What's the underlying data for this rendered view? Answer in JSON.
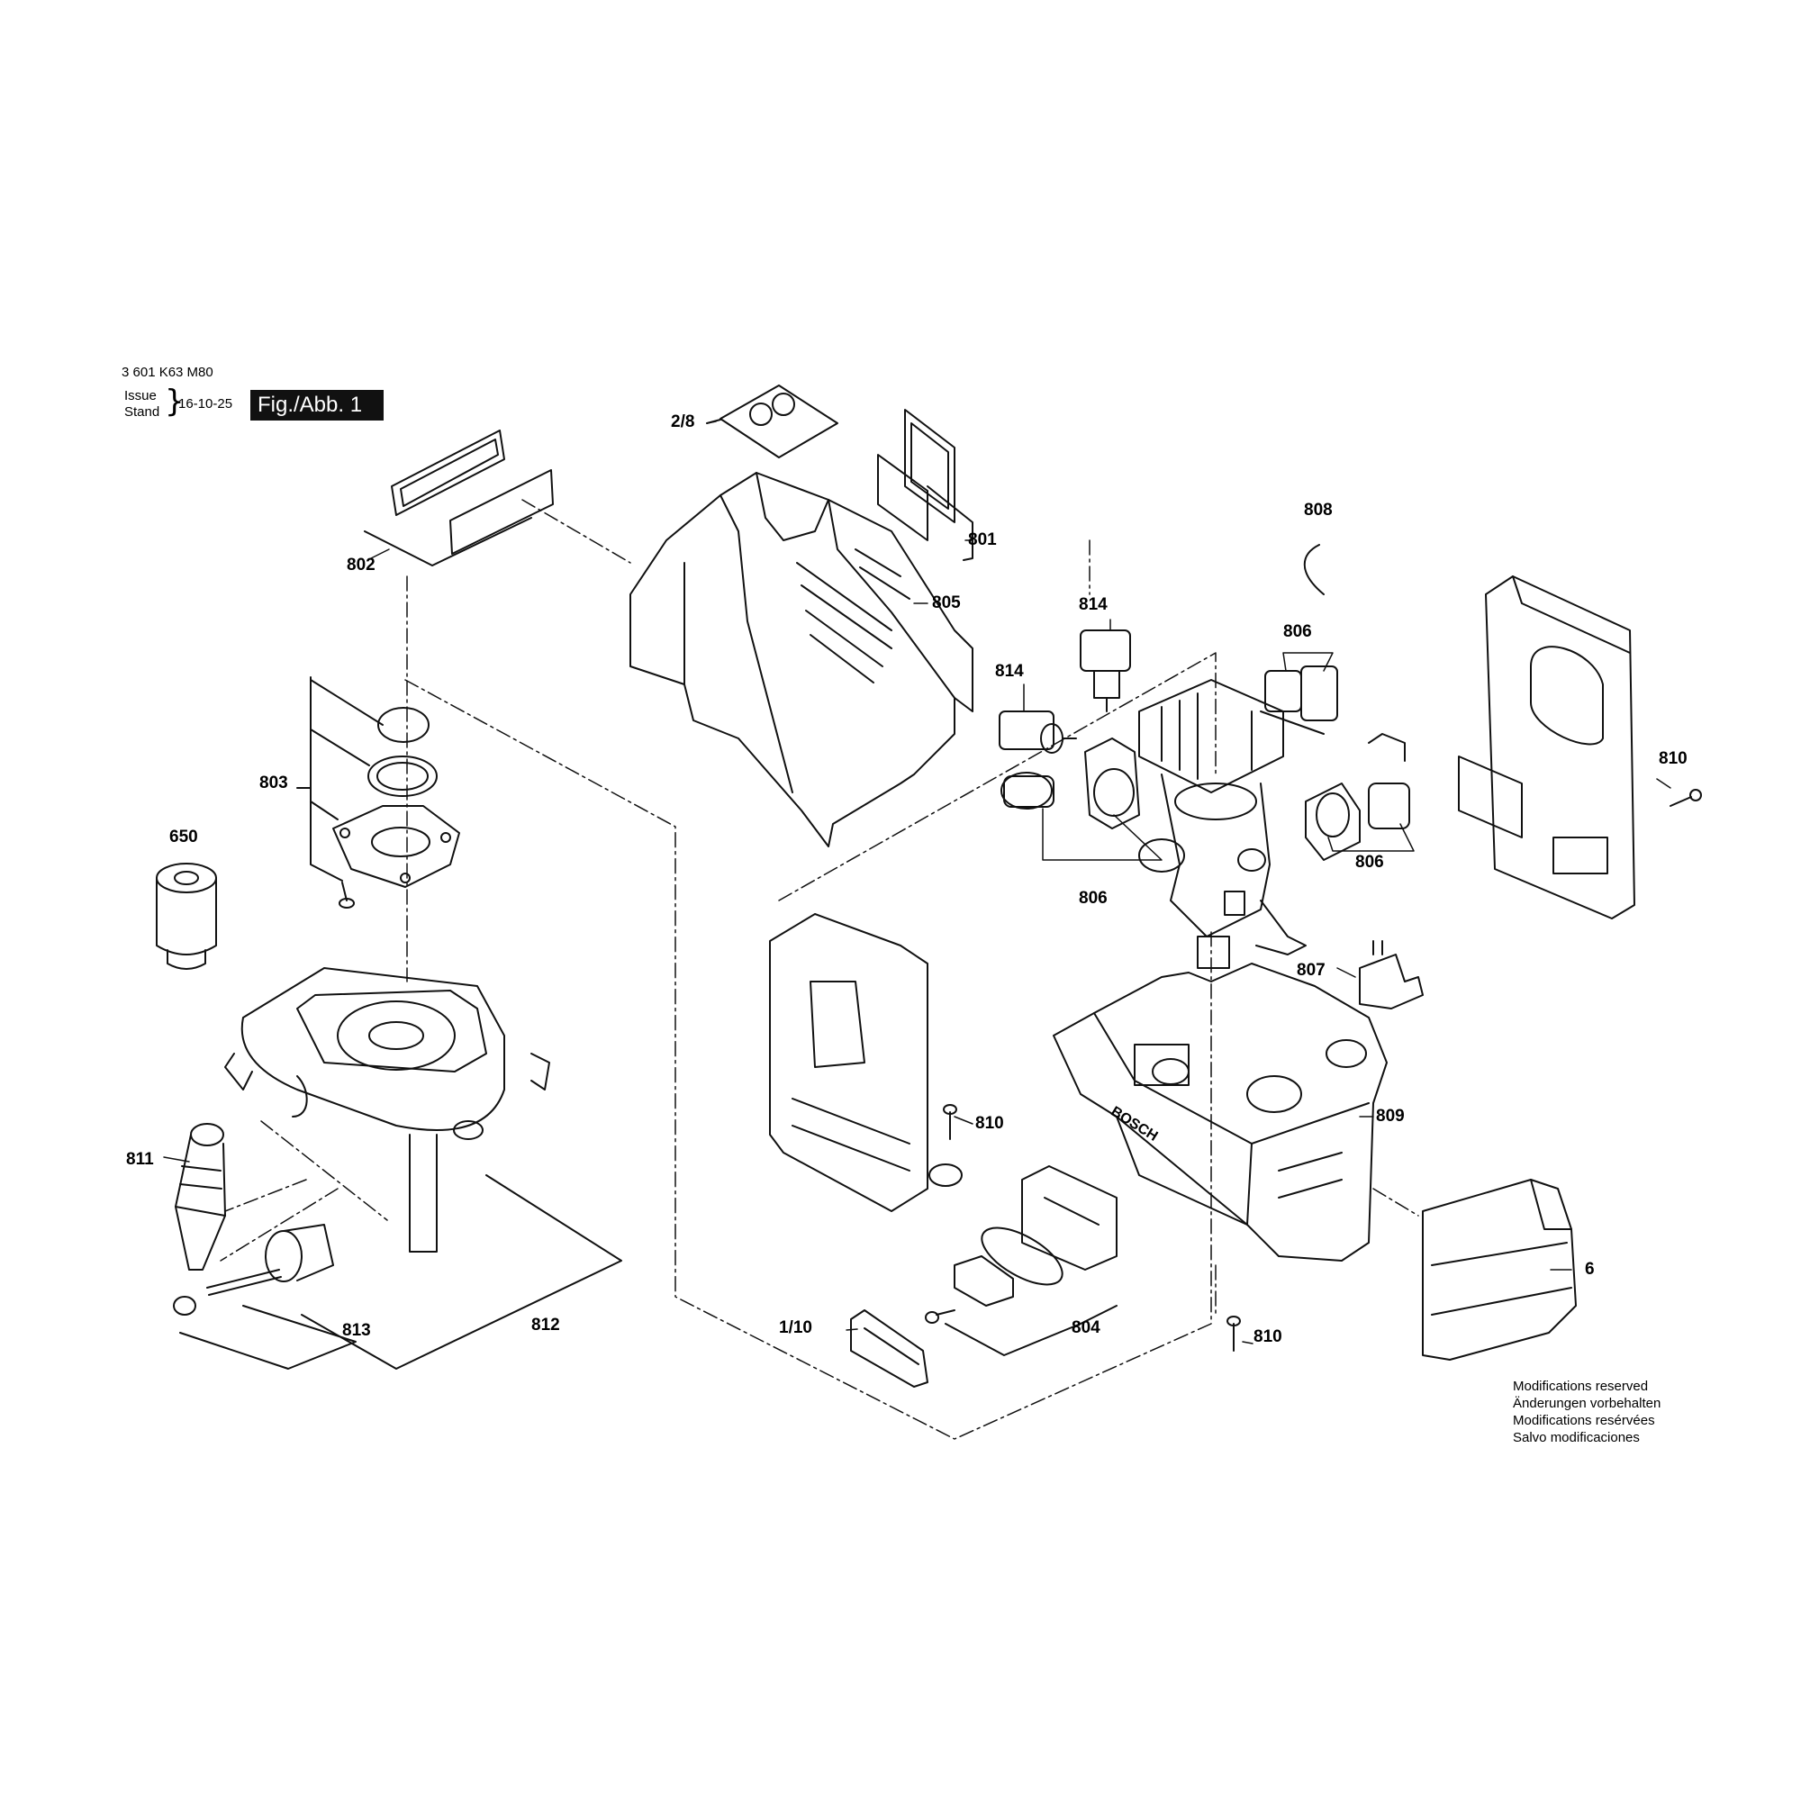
{
  "header": {
    "doc_number": "3 601 K63 M80",
    "issue_label": "Issue",
    "stand_label": "Stand",
    "brace": "}",
    "issue_date": "16-10-25",
    "figure_label": "Fig./Abb. 1"
  },
  "callouts": {
    "c_2_8": "2/8",
    "c_801": "801",
    "c_802": "802",
    "c_805": "805",
    "c_808": "808",
    "c_814_a": "814",
    "c_814_b": "814",
    "c_806_a": "806",
    "c_806_b": "806",
    "c_806_c": "806",
    "c_810_a": "810",
    "c_810_b": "810",
    "c_810_c": "810",
    "c_803": "803",
    "c_650": "650",
    "c_807": "807",
    "c_809": "809",
    "c_811": "811",
    "c_813": "813",
    "c_812": "812",
    "c_1_10": "1/10",
    "c_804": "804",
    "c_6": "6"
  },
  "part_text": {
    "brand": "BOSCH"
  },
  "notes": {
    "en": "Modifications reserved",
    "de": "Änderungen vorbehalten",
    "fr": "Modifications resérvées",
    "es": "Salvo modificaciones"
  }
}
